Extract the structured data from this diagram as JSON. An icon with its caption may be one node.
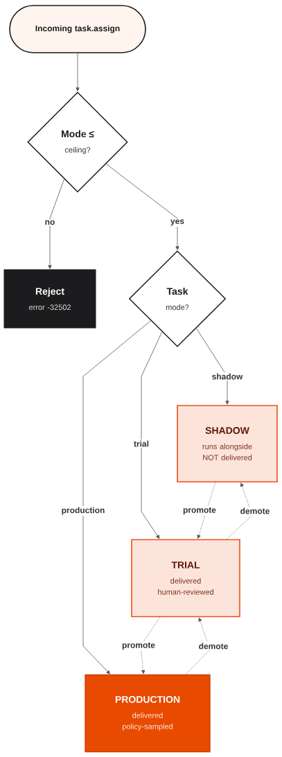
{
  "diagram": {
    "nodes": [
      {
        "text": [
          "Incoming task.assign"
        ]
      },
      {
        "text": [
          "Mode ≤",
          "ceiling?"
        ]
      },
      {
        "text": [
          "Reject",
          "error -32502"
        ]
      },
      {
        "text": [
          "Task",
          "mode?"
        ]
      },
      {
        "text": [
          "SHADOW",
          "runs alongside NOT delivered"
        ]
      },
      {
        "text": [
          "TRIAL",
          "delivered human-reviewed"
        ]
      },
      {
        "text": [
          "PRODUCTION",
          "delivered policy-sampled"
        ]
      }
    ],
    "edges": [
      {
        "from": 0,
        "to": 1,
        "arrow": "to"
      },
      {
        "from": 1,
        "to": 2,
        "arrow": "to",
        "label": "no"
      },
      {
        "from": 1,
        "to": 3,
        "arrow": "to",
        "label": "yes"
      },
      {
        "from": 3,
        "to": 6,
        "arrow": "to",
        "label": "production"
      },
      {
        "from": 3,
        "to": 5,
        "arrow": "to",
        "label": "trial"
      },
      {
        "from": 3,
        "to": 4,
        "arrow": "to",
        "label": "shadow"
      },
      {
        "from": 4,
        "to": 5,
        "arrow": "to",
        "label": "promote",
        "style": "dashed"
      },
      {
        "from": 5,
        "to": 4,
        "arrow": "to",
        "label": "demote",
        "style": "dashed"
      },
      {
        "from": 5,
        "to": 6,
        "arrow": "to",
        "label": "promote",
        "style": "dashed"
      },
      {
        "from": 6,
        "to": 5,
        "arrow": "to",
        "label": "demote",
        "style": "dashed"
      }
    ]
  }
}
